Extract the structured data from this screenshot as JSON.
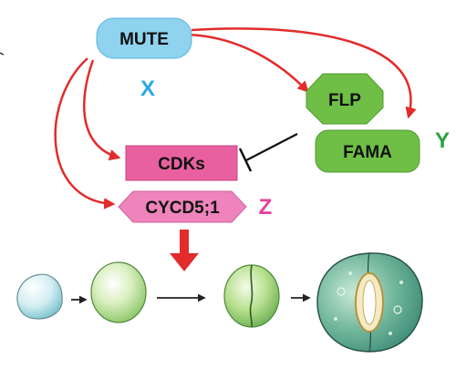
{
  "nodes": {
    "mute": "MUTE",
    "flp": "FLP",
    "fama": "FAMA",
    "cdks": "CDKs",
    "cycd": "CYCD5;1"
  },
  "tags": {
    "x": "X",
    "y": "Y",
    "z": "Z"
  },
  "colors": {
    "mute_fill": "#8fd3ef",
    "flp_fill": "#6fbf46",
    "fama_fill": "#6fbf46",
    "cdks_fill": "#e8609f",
    "cycd_fill": "#ee84bb",
    "activation_arrow": "#e32b2b",
    "repression_line": "#111111",
    "tag_x": "#29a9e0",
    "tag_y": "#2ea043",
    "tag_z": "#e83e9c"
  },
  "icons": {
    "cell_1": "meristemoid-cell-icon",
    "cell_2": "gmc-cell-icon",
    "cell_3": "divided-gmc-icon",
    "cell_4": "stomata-guard-cells-icon"
  }
}
